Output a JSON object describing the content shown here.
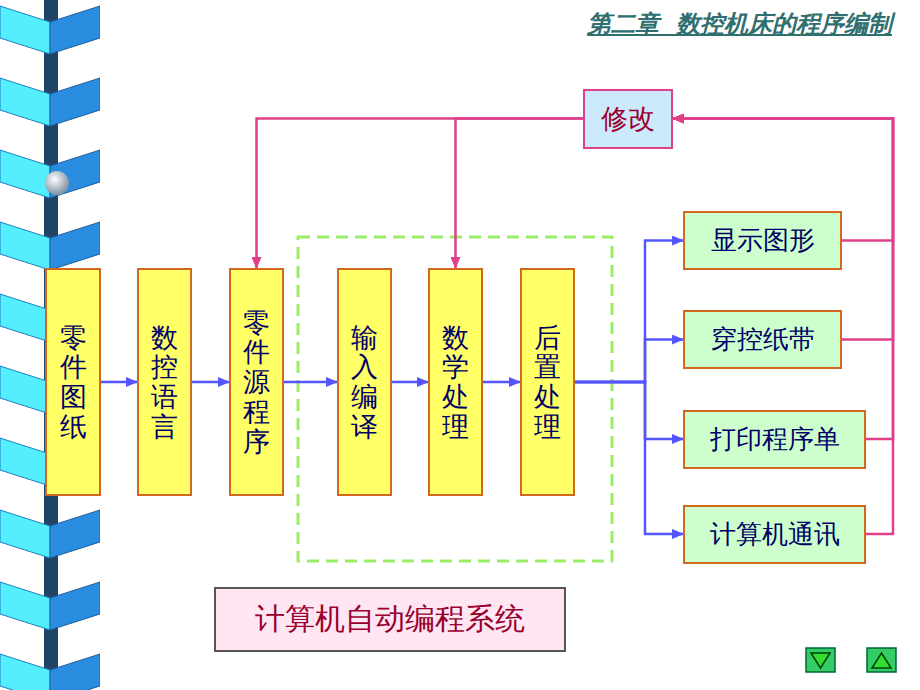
{
  "diagram": {
    "title": "第二章  数控机床的程序编制",
    "nodes": [
      {
        "text": [
          "修改"
        ]
      },
      {
        "text": [
          "零件图纸"
        ]
      },
      {
        "text": [
          "数控语言"
        ]
      },
      {
        "text": [
          "零件源程序"
        ]
      },
      {
        "text": [
          "输入编译"
        ]
      },
      {
        "text": [
          "数学处理"
        ]
      },
      {
        "text": [
          "后置处理"
        ]
      },
      {
        "text": [
          "显示图形"
        ]
      },
      {
        "text": [
          "穿控纸带"
        ]
      },
      {
        "text": [
          "打印程序单"
        ]
      },
      {
        "text": [
          "计算机通讯"
        ]
      },
      {
        "text": [
          "计算机自动编程系统"
        ]
      }
    ],
    "edges": [
      {
        "from": 1,
        "to": 2,
        "arrow": "to"
      },
      {
        "from": 2,
        "to": 3,
        "arrow": "to"
      },
      {
        "from": 3,
        "to": 4,
        "arrow": "to"
      },
      {
        "from": 4,
        "to": 5,
        "arrow": "to"
      },
      {
        "from": 5,
        "to": 6,
        "arrow": "to"
      },
      {
        "from": 6,
        "to": 7,
        "arrow": "to"
      },
      {
        "from": 6,
        "to": 8,
        "arrow": "to"
      },
      {
        "from": 6,
        "to": 9,
        "arrow": "to"
      },
      {
        "from": 6,
        "to": 10,
        "arrow": "to"
      },
      {
        "from": 7,
        "to": 0,
        "arrow": "to"
      },
      {
        "from": 8,
        "to": 0,
        "arrow": "to"
      },
      {
        "from": 9,
        "to": 0,
        "arrow": "to"
      },
      {
        "from": 10,
        "to": 0,
        "arrow": "to"
      },
      {
        "from": 0,
        "to": 3,
        "arrow": "to"
      },
      {
        "from": 0,
        "to": 5,
        "arrow": "to"
      }
    ]
  }
}
